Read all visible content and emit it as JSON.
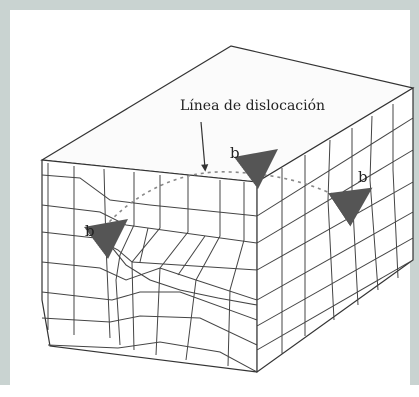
{
  "diagram": {
    "annotation": "Línea de dislocación",
    "burgers_labels": [
      "b",
      "b",
      "b"
    ]
  }
}
